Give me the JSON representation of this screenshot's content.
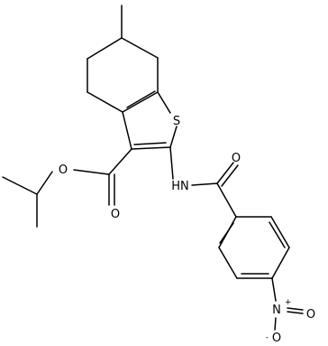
{
  "labels": {
    "sulfur": "S",
    "ester_carbonyl_o": "O",
    "ester_ether_o": "O",
    "amide_o": "O",
    "amide_nh": "HN",
    "nitro_n": "N",
    "nitro_n_charge": "+",
    "nitro_o_double": "O",
    "nitro_o_single": "O",
    "nitro_o_charge": "-"
  }
}
